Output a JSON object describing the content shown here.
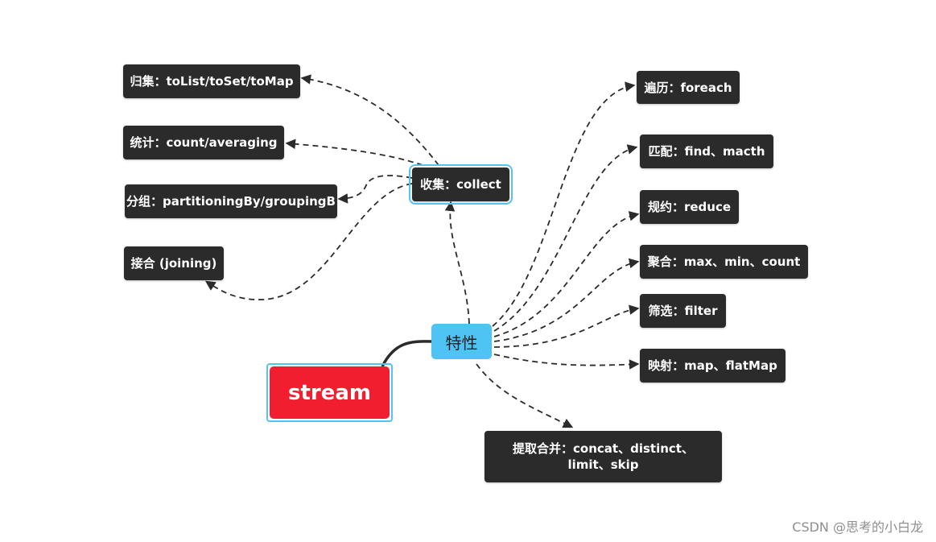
{
  "root": {
    "label": "stream"
  },
  "center": {
    "label": "特性"
  },
  "collect": {
    "label": "收集：collect"
  },
  "collect_children": [
    {
      "id": "tolist",
      "label": "归集：toList/toSet/toMap"
    },
    {
      "id": "count",
      "label": "统计：count/averaging"
    },
    {
      "id": "group",
      "label": "分组：partitioningBy/groupingB"
    },
    {
      "id": "join",
      "label": "接合 (joining)"
    }
  ],
  "features": [
    {
      "id": "foreach",
      "label": "遍历：foreach"
    },
    {
      "id": "match",
      "label": "匹配：find、macth"
    },
    {
      "id": "reduce",
      "label": "规约：reduce"
    },
    {
      "id": "agg",
      "label": "聚合：max、min、count"
    },
    {
      "id": "filter",
      "label": "筛选：filter"
    },
    {
      "id": "map",
      "label": "映射：map、flatMap"
    },
    {
      "id": "extract",
      "label": "提取合并：concat、distinct、limit、skip"
    }
  ],
  "watermark": "CSDN @思考的小白龙",
  "colors": {
    "root_fill": "#f11e2f",
    "center_fill": "#4fc3f4",
    "node_fill": "#2b2b2b",
    "selection": "#55c3f0",
    "edge": "#2b2b2b"
  }
}
